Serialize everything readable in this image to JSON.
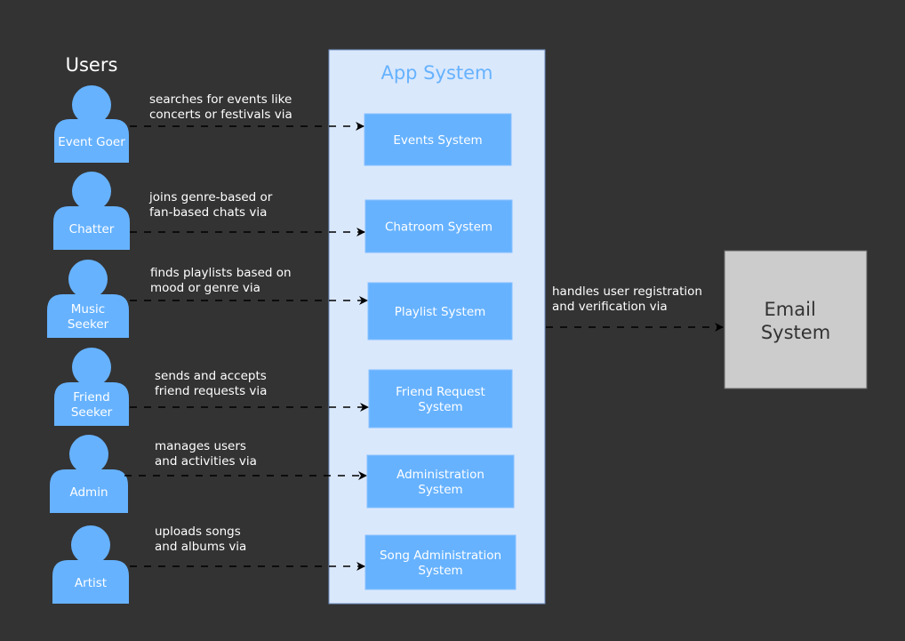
{
  "users_title": "Users",
  "app_system": {
    "title": "App System",
    "subsystems": [
      {
        "id": "events",
        "lines": [
          "Events System"
        ]
      },
      {
        "id": "chatroom",
        "lines": [
          "Chatroom System"
        ]
      },
      {
        "id": "playlist",
        "lines": [
          "Playlist System"
        ]
      },
      {
        "id": "friend-request",
        "lines": [
          "Friend Request",
          "System"
        ]
      },
      {
        "id": "administration",
        "lines": [
          "Administration",
          "System"
        ]
      },
      {
        "id": "song-administration",
        "lines": [
          "Song Administration",
          "System"
        ]
      }
    ]
  },
  "users": [
    {
      "id": "event-goer",
      "lines": [
        "Event Goer"
      ],
      "edge_label": [
        "searches for events like",
        "concerts or festivals via"
      ]
    },
    {
      "id": "chatter",
      "lines": [
        "Chatter"
      ],
      "edge_label": [
        "joins genre-based or",
        "fan-based chats via"
      ]
    },
    {
      "id": "music-seeker",
      "lines": [
        "Music",
        "Seeker"
      ],
      "edge_label": [
        "finds playlists based on",
        "mood or genre via"
      ]
    },
    {
      "id": "friend-seeker",
      "lines": [
        "Friend",
        "Seeker"
      ],
      "edge_label": [
        "sends and accepts",
        "friend requests via"
      ]
    },
    {
      "id": "admin",
      "lines": [
        "Admin"
      ],
      "edge_label": [
        "manages users",
        "and activities via"
      ]
    },
    {
      "id": "artist",
      "lines": [
        "Artist"
      ],
      "edge_label": [
        "uploads songs",
        "and albums via"
      ]
    }
  ],
  "email_system": {
    "lines": [
      "Email",
      "System"
    ],
    "edge_label": [
      "handles user registration",
      "and verification via"
    ]
  },
  "colors": {
    "background": "#333333",
    "user_fill": "#66b2ff",
    "subsystem_fill": "#66b2ff",
    "container_fill": "#dae8fc",
    "container_stroke": "#6c8ebf",
    "container_title": "#66b2ff",
    "email_fill": "#cccccc",
    "email_stroke": "#666666",
    "email_text": "#333333",
    "edge_color": "#000000"
  }
}
